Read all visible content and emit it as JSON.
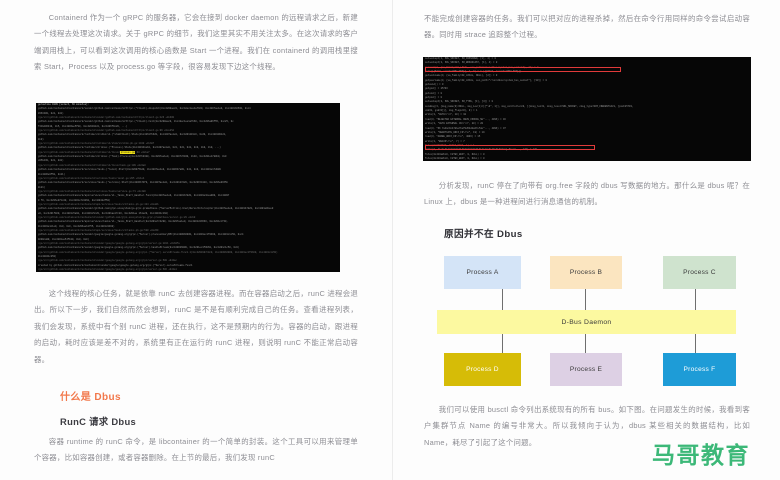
{
  "document": {
    "watermark": "马哥教育",
    "watermark_color": "#3cb878"
  },
  "left_column": {
    "paragraph_1": "Containerd 作为一个 gRPC 的服务器，它会在接到 docker daemon 的远程请求之后，新建一个线程去处理这次请求。关于 gRPC 的细节，我们这里其实不用关注太多。在这次请求的客户端调用栈上，可以看到这次调用的核心函数是 Start 一个进程。我们在 containerd 的调用栈里搜索 Start，Process 以及 process.go 等字段，很容易发现下边这个线程。",
    "terminal_1": {
      "name": "containerd-goroutine-stack",
      "background": "#060606",
      "highlight_color": "#f2e31a",
      "highlight_text": "process.go",
      "lines": [
        "goroutine 9139 [select, 66 minutes]:",
        "github.com/containerd/containerd/vendor/github.com/containerd/ttrpc.(*Client).dispatch(0xc4200aec0, 0xc42ec1ee1a7b60, 0xc4207ae1e0, 0xc4201b6580, 0xc4",
        "0361300, 0x0, 0x0)",
        "/go/src/github.com/containerd/containerd/vendor/github.com/containerd/ttrpc/client.go:126 +0x300",
        "github.com/containerd/containerd/vendor/github.com/containerd/ttrpc.(*Client).Call(0xc4200aec0, 0xc42ec1ee1a7b60, 0xc4206a86f55, 0xc25, 0x",
        "f41bd06410, 0x5, 0xc4206ae5f80, 0xc4201b0c0, 0xc4206f1b20, ...)",
        "/go/src/github.com/containerd/containerd/vendor/github.com/containerd/ttrpc/client.go:89 +0xe25d",
        "github.com/containerd/containerd/runtime/v1/shim/v1.(*shimClient).State(0xc42617b620, 0xc4207ae1e0, 0xc4201201c0, 0x20, 0xc4201001c0,",
        "0x0)",
        "/go/src/github.com/containerd/containerd/runtime/v1/shim/v1/shim.pb.go:1320 +0xb07",
        "github.com/containerd/containerd/runtime/v1/linux.(*Process).State(0xc4201b1e10, 0xc4207ae1e0, 0x0, 0x0, 0x0, 0x0, 0x0, 0x0, ...)",
        "/go/src/github.com/containerd/containerd/runtime/v1/linux/process.go:60 +0xbe7",
        "github.com/containerd/containerd/runtime/v1/linux.(*Task).Process(0xc4207b0420, 0xc4207ae1e0, 0xc4207c5040, 0x40, 0xc4201e17d0b0, 0x0",
        "d45b430, 0x0, 0x0)",
        "/go/src/github.com/containerd/containerd/runtime/v1/linux/task.go:109 +0x0a0",
        "github.com/containerd/containerd/services/tasks.(*local).Start(0xc4200754d0, 0xc4207ae1e0, 0xc4206b7a80, 0x0, 0x0, 0xc4201e17d880",
        "0xc4206e0f50, 0x21)",
        "/go/src/github.com/containerd/containerd/services/tasks/local.go:205 +0x1eb",
        "github.com/containerd/containerd/services/tasks.(*service).Start(0xc4206b74f0, 0xc4207ae1e0, 0xc4201b7d20, 0xc4201541b0, 0xc4206e0b55b",
        "0x21)",
        "/go/src/github.com/containerd/containerd/services/tasks/service.go:71 +0x4d0",
        "github.com/containerd/containerd/api/services/tasks/v1._Tasks_Start_Handler.func1(0xc4207ae1e0, 0xc4201b7d20, 0xc4201e1bea000, 0xc42007",
        "0 f0, 0xc4206e071c20, 0xc4201e7c0b60, 0xc42042df50)",
        "/go/src/github.com/containerd/containerd/api/services/tasks/v1/tasks.pb.go:424 +0xa0b",
        "github.com/containerd/containerd/vendor/github.com/grpc-ecosystem/go-grpc-prometheus.(*ServerMetrics).UnaryServerInterceptor(0xc4207ae1e0, 0xc4201b7d20, 0xc4201e0bee0",
        "e0, 0xc4201f020, 0xc4201c5ab0, 0xc4201c5c20, 0xc4201ae17c20, 0xc4201ae 161e20, 0xc42041c1b0)",
        "/go/src/github.com/containerd/containerd/vendor/github.com/grpc-ecosystem/go-grpc-prometheus/server.go:29 +0xb0",
        "github.com/containerd/containerd/api/services/tasks/v1._Tasks_Start_Handler(0xc4201e7c4290, 0xc4207ae1e0, 0xc4201c0b560, 0xc4201ccf40,",
        "0xc4201e1c1e0, 0x0, 0x0, 0xc4206aeb1755, 0xc4201c0b60)",
        "/go/src/github.com/containerd/containerd/api/services/tasks/v1/tasks.pb.go:520 +0x269",
        "github.com/containerd/containerd/vendor/google/google.golang.org/grpc.(*Server).processUnaryRPC(0xc4200b6000, 0xc4201ec1f0b60, 0xc4201c1c50, 0xc4",
        "0200ca00, 0xc4201ee54f100, 0x0, 0x0)",
        "/go/src/github.com/containerd/containerd/vendor/google/google.golang.org/grpc/server.go:1011 +0xb0fa",
        "github.com/containerd/containerd/vendor/google/google.golang.org/grpc.(*Server).handleStream(0xc4200b6000, 0xc4201ec1f0b60, 0xc4201c1c50, 0x0)",
        "/go/src/github.com/containerd/containerd/vendor/google/google.golang.org/grpc.(*Server).serveStreams.func1.1(0xc4200187c0c0, 0xc4200b6000, 0xc4201ec1f0b60, 0xc4201c1c50)",
        "0xc42041c250)",
        "/go/src/github.com/containerd/containerd/vendor/google/google.golang.org/grpc/server.go:588 +0x0ac",
        "created by github.com/containerd/containerd/vendor/google/google.golang.org/grpc.(*Server).serveStreams.func1",
        "/go/src/github.com/containerd/containerd/vendor/google/google.golang.org/grpc/server.go:586 +0x0a1"
      ]
    },
    "paragraph_2": "这个线程的核心任务，就是依靠 runC 去创建容器进程。而在容器启动之后，runC 进程会退出。所以下一步，我们自然而然会想到，runC 是不是有顺利完成自己的任务。查看进程列表，我们会发现，系统中有个别 runC 进程，还在执行，这不是预期内的行为。容器的启动，跟进程的启动，耗时应该是差不对的，系统里有正在运行的 runC 进程，则说明 runC 不能正常启动容器。",
    "heading_orange": "什么是 Dbus",
    "heading_sub": "RunC 请求 Dbus",
    "paragraph_3": "容器 runtime 的 runC 命令，是 libcontainer 的一个简单的封装。这个工具可以用来管理单个容器，比如容器创建，或者容器删除。在上节的最后，我们发现 runC"
  },
  "right_column": {
    "paragraph_1": "不能完成创建容器的任务。我们可以把对应的进程杀掉，然后在命令行用同样的命令尝试启动容器。同时用 strace 追踪整个过程。",
    "terminal_2": {
      "name": "strace-output",
      "background": "#060606",
      "highlight_color": "#e03a3a",
      "lines": [
        "setsockopt(3, SOL_SOCKET, SO_PASSCRED, [1], 4) = 0",
        "setsockopt(3, SOL_SOCKET, SO_BROADCAST, [1], 4) = 0",
        "connect(3, {sa_family=AF_LOCAL, sun_path=\"/run/dbus/system_bus_socket\"}, 34) = 0",
        "poll([{fd=3, events=POLLOUT}], 1, 0) = 1 ([{fd=3, revents=POLLOUT}])",
        "getsockname(3, {sa_family=AF_LOCAL, NULL}, [2]) = 0",
        "getpeername(3, {sa_family=AF_LOCAL, sun_path=\"/run/dbus/system_bus_socket\"}, [30]) = 0",
        "geteuid()                               = 0",
        "getgid()                                = 25793",
        "getuid()                                = 0",
        "getpid()                                = 0",
        "setsockopt(3, SOL_SOCKET, SO_TYPE, [1], [4]) = 0",
        "sendmsg(3, {msg_name(0)=NULL, msg_iov(1)=[{\"\\0\", 1}], msg_controllen=0, [{cmsg_len=0, cmsg_level=SOL_SOCKET, cmsg_type=SCM_CREDENTIALS, {pid=25793,",
        "uid=0, gid=0}}], msg_flags=0}, 0) = 1",
        "write(3, \"AUTH\\r\\n\", 10)                = 10",
        "read(3, \"REJECTED EXTERNAL DBUS_COOKIE_SH\"..., 4096) = 46",
        "write(3, \"AUTH EXTERNAL 30\\r\\n\", 20)      = 20",
        "read(3, \"OK 7ab1c1bb7dbe7bef0d54dba67efde\"..., 4096) = 37",
        "write(3, \"NEGOTIATE_UNIX_FD\\r\\n\", 19)      = 19",
        "read(3, \"AGREE_UNIX_FD\\r\\n\", 4096)        = 15",
        "write(3, \"BEGIN\\r\\n\", 7)                  = 7",
        "futex(0x6003f40, FUTEX_WAKE, 1)         = 1",
        "write(3, \"l\\1\\0\\1\\0\\0\\0\\0\\0\\0\\0\\0\\0\\0\\0\\2\\1s\\0\\24\\0\\0\\0org.free\"..., 128) = 128",
        "futex(0x413a2bc0, FUTEX_WAIT, 0, NULL) = 0",
        "futex(0x413a2bc0, FUTEX_WAIT, 0, NULL) = 0",
        "ppoll([{fd=4, [1], 128, 0, NULL, 8}) = 0"
      ],
      "red_box_lines": [
        2,
        20
      ]
    },
    "paragraph_2": "分析发现，runC 停在了向带有 org.free 字段的 dbus 写数据的地方。那什么是 dbus 呢？在 Linux 上，dbus 是一种进程间进行消息通信的机制。",
    "diagram": {
      "title": "原因并不在 Dbus",
      "daemon": {
        "label": "D-Bus Daemon",
        "fill": "#fcf9a0",
        "text_color": "#3a3a3a"
      },
      "top_nodes": [
        {
          "label": "Process A",
          "fill": "#d4e4f7",
          "text_color": "#3a3a3a"
        },
        {
          "label": "Process B",
          "fill": "#fbe5c0",
          "text_color": "#3a3a3a"
        },
        {
          "label": "Process C",
          "fill": "#cfe3ce",
          "text_color": "#3a3a3a"
        }
      ],
      "bottom_nodes": [
        {
          "label": "Process D",
          "fill": "#d6bc07",
          "text_color": "#ffffff"
        },
        {
          "label": "Process E",
          "fill": "#ddd0e4",
          "text_color": "#3a3a3a"
        },
        {
          "label": "Process F",
          "fill": "#1e9cd7",
          "text_color": "#ffffff"
        }
      ],
      "connector_color": "#6f6f6f"
    },
    "paragraph_3": "我们可以使用 busctl 命令列出系统现有的所有 bus。如下图。在问题发生的时候，我看到客户集群节点 Name 的编号非常大。所以我倾向于认为，dbus 某些相关的数据结构，比如 Name，耗尽了引起了这个问题。"
  }
}
